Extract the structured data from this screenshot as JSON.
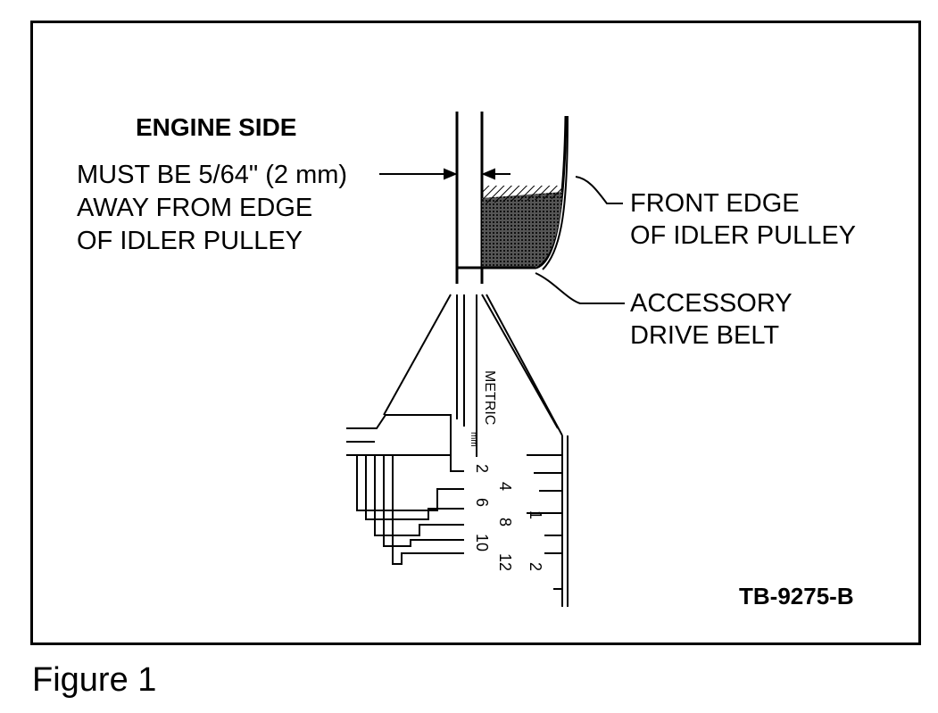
{
  "diagram": {
    "engine_side": "ENGINE SIDE",
    "must_be": [
      "MUST BE 5/64\" (2 mm)",
      "AWAY FROM EDGE",
      "OF IDLER PULLEY"
    ],
    "front_edge": [
      "FRONT EDGE",
      "OF IDLER PULLEY"
    ],
    "accessory": [
      "ACCESSORY",
      "DRIVE BELT"
    ],
    "ruler": {
      "unit_label": "METRIC",
      "unit_small": "mm",
      "mm_ticks": [
        "2",
        "4",
        "6",
        "8",
        "10",
        "12"
      ],
      "cm_ticks": [
        "1",
        "2"
      ]
    },
    "part_number": "TB-9275-B"
  },
  "caption": "Figure 1"
}
